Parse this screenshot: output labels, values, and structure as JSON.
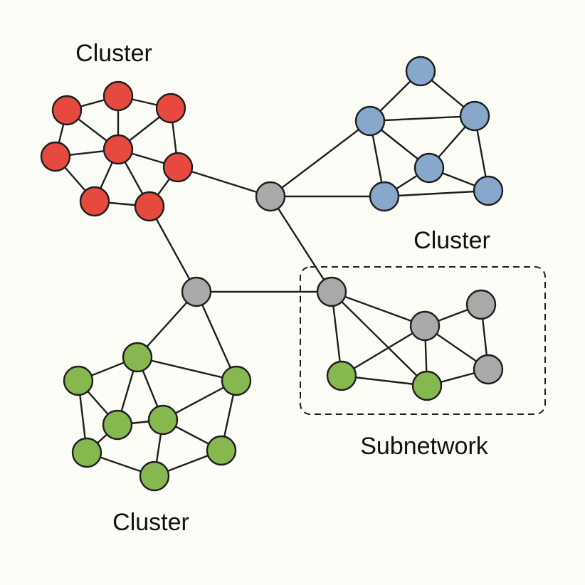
{
  "labels": {
    "red_cluster": "Cluster",
    "blue_cluster": "Cluster",
    "green_cluster": "Cluster",
    "subnetwork": "Subnetwork"
  },
  "colors": {
    "red": "#e64a3f",
    "blue": "#87a7cb",
    "green": "#86b84f",
    "gray": "#a9a9a9",
    "edge": "#1e1e1e",
    "background": "#fdfdf8"
  },
  "groups": {
    "red": [
      "r1",
      "r2",
      "r3",
      "r4",
      "r5",
      "r6",
      "r7",
      "r8"
    ],
    "blue": [
      "b1",
      "b2",
      "b3",
      "b4",
      "b5",
      "b6"
    ],
    "green": [
      "g1",
      "g2",
      "g3",
      "g4",
      "g5",
      "g6",
      "g7",
      "g8",
      "s_g1",
      "s_g2"
    ],
    "gray": [
      "h1",
      "h2",
      "h3",
      "s1",
      "s2",
      "s3"
    ]
  },
  "edges": [
    [
      "r1",
      "r2"
    ],
    [
      "r1",
      "r4"
    ],
    [
      "r1",
      "r5"
    ],
    [
      "r2",
      "r3"
    ],
    [
      "r2",
      "r5"
    ],
    [
      "r3",
      "r5"
    ],
    [
      "r3",
      "r6"
    ],
    [
      "r4",
      "r5"
    ],
    [
      "r4",
      "r7"
    ],
    [
      "r5",
      "r6"
    ],
    [
      "r5",
      "r7"
    ],
    [
      "r5",
      "r8"
    ],
    [
      "r6",
      "r8"
    ],
    [
      "r7",
      "r8"
    ],
    [
      "r6",
      "h1"
    ],
    [
      "r8",
      "h2"
    ],
    [
      "h1",
      "b2"
    ],
    [
      "h1",
      "b5"
    ],
    [
      "h1",
      "h3"
    ],
    [
      "b1",
      "b2"
    ],
    [
      "b1",
      "b3"
    ],
    [
      "b2",
      "b3"
    ],
    [
      "b2",
      "b4"
    ],
    [
      "b2",
      "b5"
    ],
    [
      "b3",
      "b4"
    ],
    [
      "b3",
      "b6"
    ],
    [
      "b4",
      "b5"
    ],
    [
      "b4",
      "b6"
    ],
    [
      "b5",
      "b6"
    ],
    [
      "h2",
      "h3"
    ],
    [
      "h2",
      "g1"
    ],
    [
      "h2",
      "g2"
    ],
    [
      "g1",
      "g3"
    ],
    [
      "g1",
      "g4"
    ],
    [
      "g1",
      "g5"
    ],
    [
      "g1",
      "g2"
    ],
    [
      "g3",
      "g4"
    ],
    [
      "g3",
      "g6"
    ],
    [
      "g4",
      "g5"
    ],
    [
      "g4",
      "g6"
    ],
    [
      "g5",
      "g2"
    ],
    [
      "g5",
      "g7"
    ],
    [
      "g5",
      "g8"
    ],
    [
      "g2",
      "g7"
    ],
    [
      "g6",
      "g8"
    ],
    [
      "g7",
      "g8"
    ],
    [
      "h3",
      "s1"
    ],
    [
      "h3",
      "s_g1"
    ],
    [
      "h3",
      "s_g2"
    ],
    [
      "s1",
      "s2"
    ],
    [
      "s1",
      "s3"
    ],
    [
      "s1",
      "s_g2"
    ],
    [
      "s2",
      "s3"
    ],
    [
      "s3",
      "s_g2"
    ],
    [
      "s_g1",
      "s_g2"
    ],
    [
      "s_g1",
      "s1"
    ]
  ]
}
